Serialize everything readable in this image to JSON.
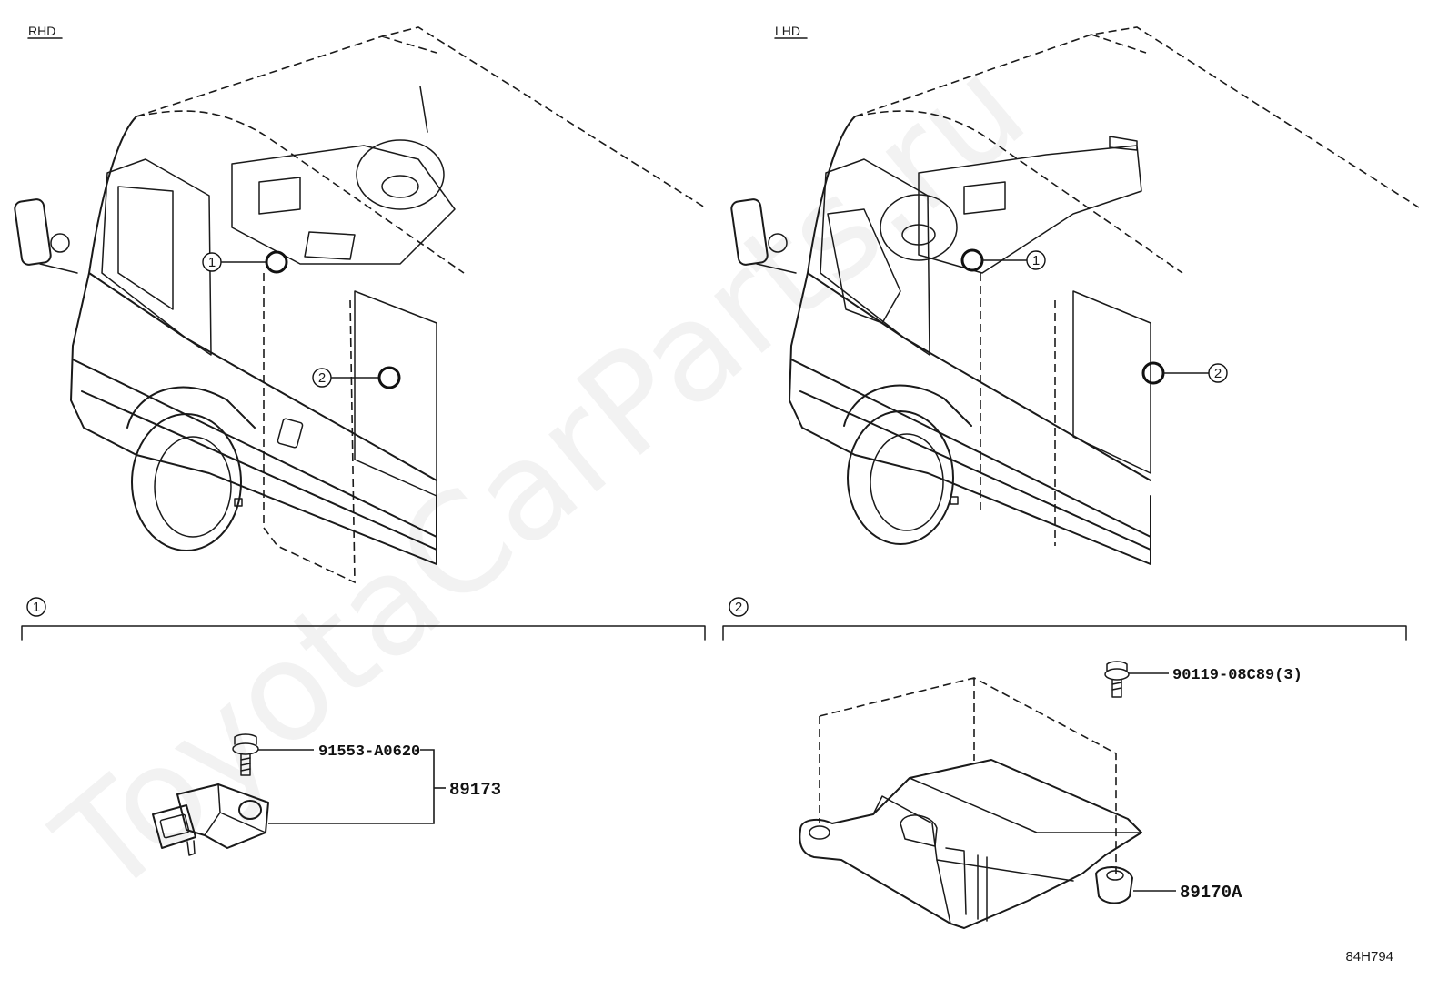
{
  "views": {
    "rhd_label": "RHD",
    "lhd_label": "LHD"
  },
  "callouts": {
    "one": "1",
    "two": "2"
  },
  "sections": {
    "section1_number": "1",
    "section2_number": "2"
  },
  "parts": {
    "sensor_bolt": "91553-A0620",
    "front_sensor": "89173",
    "ecu_bolt": "90119-08C89(3)",
    "airbag_ecu": "89170A"
  },
  "reference_code": "84H794",
  "watermark": "ToyotaCarParts.ru"
}
